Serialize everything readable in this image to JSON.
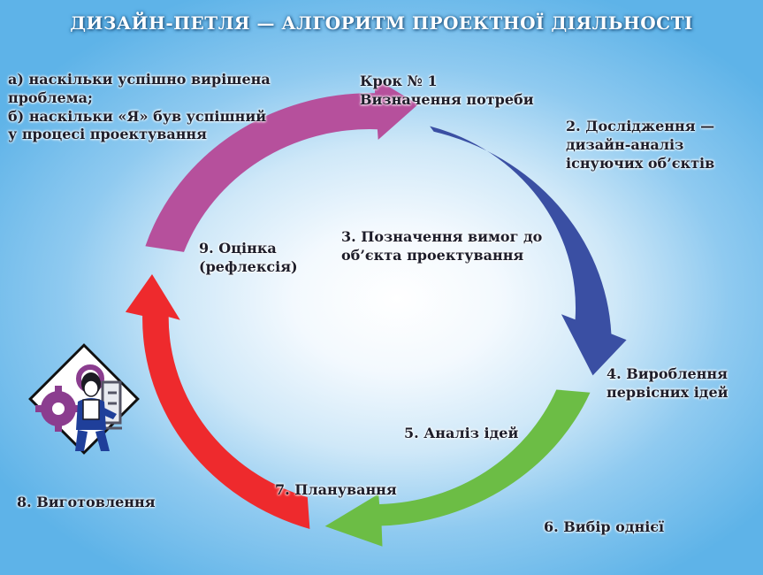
{
  "title": "ДИЗАЙН-ПЕТЛЯ — АЛГОРИТМ ПРОЕКТНОЇ ДІЯЛЬНОСТІ",
  "steps": {
    "step1": [
      "Крок № 1",
      "Визначення потреби"
    ],
    "step2": [
      "2. Дослідження —",
      "дизайн-аналіз",
      "існуючих об’єктів"
    ],
    "step3": [
      "3. Позначення вимог до",
      "об’єкта проектування"
    ],
    "step4": [
      "4. Вироблення",
      "первісних ідей"
    ],
    "step5": [
      "5. Аналіз ідей"
    ],
    "step6": [
      "6. Вибір однієї"
    ],
    "step7": [
      "7. Планування"
    ],
    "step8": [
      "8. Виготовлення"
    ],
    "step9": [
      "9. Оцінка",
      "(рефлексія)"
    ]
  },
  "reflection_note": [
    "а) наскільки успішно вирішена",
    "проблема;",
    "б) наскільки «Я» був успішний",
    "у процесі проектування"
  ],
  "colors": {
    "arrow_blue": "#3a4fa3",
    "arrow_green": "#6cbd45",
    "arrow_red": "#ee2a2d",
    "arrow_magenta": "#b6509c",
    "title_text": "#ffffff",
    "label_text": "#1d1d2a"
  },
  "icons": [
    "gear-worker-illustration"
  ]
}
